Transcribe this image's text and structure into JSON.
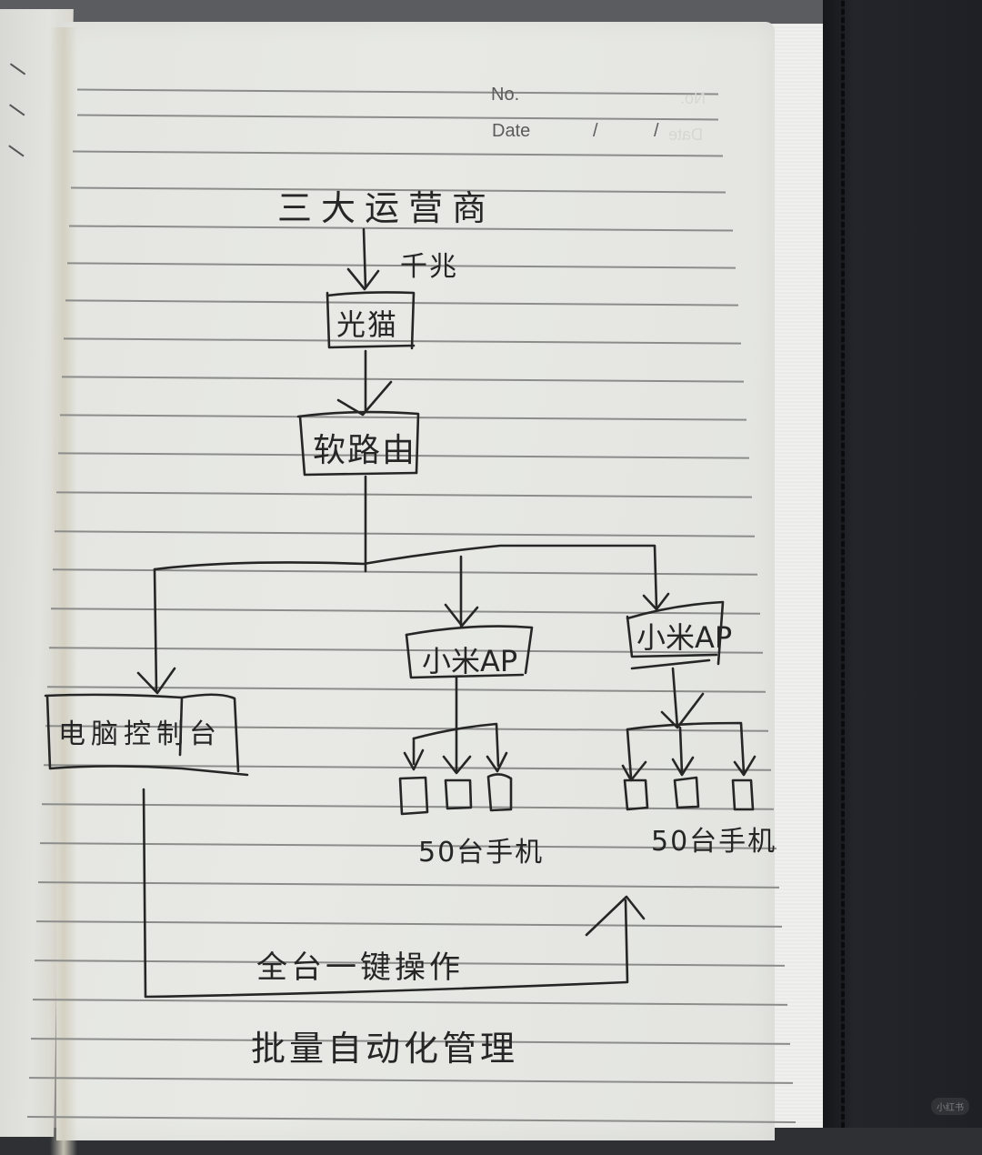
{
  "notebook": {
    "header": {
      "no_label": "No.",
      "date_label": "Date",
      "date_separator": "/"
    }
  },
  "diagram": {
    "source": {
      "label": "三大运营商"
    },
    "uplink": {
      "label": "千兆"
    },
    "modem": {
      "label": "光猫"
    },
    "router": {
      "label": "软路由"
    },
    "console": {
      "label": "电脑控制台"
    },
    "access_points": [
      {
        "label": "小米AP",
        "devices_label": "50台手机",
        "device_count": 3
      },
      {
        "label": "小米AP",
        "devices_label": "50台手机",
        "device_count": 3
      }
    ],
    "feedback": {
      "action_label": "全台一键操作",
      "caption": "批量自动化管理"
    }
  },
  "watermark": {
    "label": "小红书"
  },
  "colors": {
    "ink": "#262626",
    "paper": "#e6e7e3",
    "rule": "#8c8d8b",
    "cover": "#1e2025"
  }
}
